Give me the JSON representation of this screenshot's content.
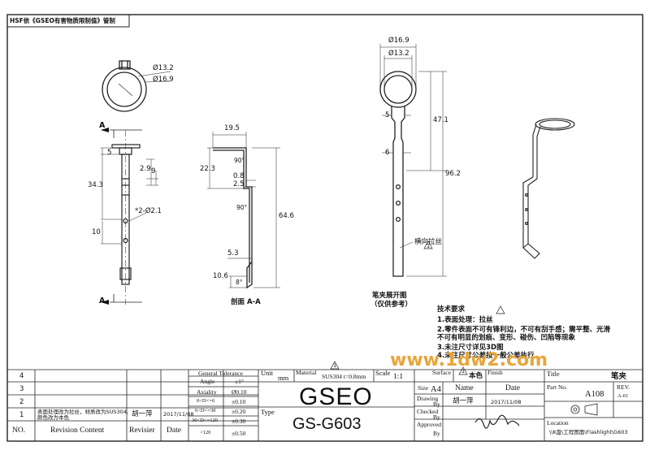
{
  "header_note": "HSF依《GSEO有害物质限制值》管制",
  "top_view": {
    "d_inner": "Ø13.2",
    "d_outer": "Ø16.9"
  },
  "front_view": {
    "section_mark": "A",
    "dims": {
      "d5": "5",
      "d2_9": "2.9",
      "d9": "9",
      "d34_3": "34.3",
      "holes": "*2-Ø2.1",
      "d10": "10"
    }
  },
  "section_view": {
    "title": "剖面 A-A",
    "dims": {
      "d19_5": "19.5",
      "a90_top": "90°",
      "d22_3": "22.3",
      "d0_8": "0.8",
      "d2_5": "2.5",
      "a90_mid": "90°",
      "d64_6": "64.6",
      "d5_3": "5.3",
      "d10_6": "10.6",
      "a8": "8°"
    }
  },
  "flat_pattern": {
    "title_line1": "笔夹展开图",
    "title_line2": "（仅供参考）",
    "dims": {
      "d_outer": "Ø16.9",
      "d_inner": "Ø13.2",
      "d5": "5",
      "d47_1": "47.1",
      "d6": "6",
      "d96_2": "96.2"
    },
    "note": "横向拉丝",
    "flag": "1"
  },
  "tech_requirements": {
    "title": "技术要求",
    "items": [
      "1.表面处理：拉丝",
      "2.零件表面不可有锋利边，不可有刮手感；需平整、光滑",
      "不可有明显的划痕、变形、碰伤、凹陷等现象",
      "3.未注尺寸详见3D图",
      "4.未注尺寸公差按一般公差执行"
    ]
  },
  "watermark": "www.1dw2.com",
  "title_block": {
    "revision_rows": [
      {
        "no": "4",
        "content": "",
        "revisier": "",
        "date": ""
      },
      {
        "no": "3",
        "content": "",
        "revisier": "",
        "date": ""
      },
      {
        "no": "2",
        "content": "",
        "revisier": "",
        "date": ""
      },
      {
        "no": "1",
        "content_line1": "表面处理改为拉丝，材质改为SUS304,",
        "content_line2": "颜色改为本色",
        "revisier": "胡一萍",
        "date": "2017/11/08"
      }
    ],
    "headers": {
      "no": "NO.",
      "content": "Revision Content",
      "revisier": "Revisier",
      "date": "Date"
    },
    "tolerance": {
      "title": "General Tolerance",
      "rows": [
        {
          "label": "Angle",
          "value": "±1°"
        },
        {
          "label": "Axiality",
          "value": "Ø0.10"
        },
        {
          "label": "0<D<=6",
          "value": "±0.10"
        },
        {
          "label": "6<D<=30",
          "value": "±0.20"
        },
        {
          "label": "30<D<=120",
          "value": "±0.30"
        },
        {
          "label": ">120",
          "value": "±0.50"
        }
      ]
    },
    "unit_label": "Unit",
    "unit_value": "mm",
    "material_label": "Material",
    "material_value": "SUS304 t=0.8mm",
    "material_flag": "1",
    "scale_label": "Scale",
    "scale_value": "1:1",
    "surface_label": "Surface",
    "surface_value": "本色",
    "surface_flag": "1",
    "finish_label": "Finish",
    "company": "GSEO",
    "type_label": "Type",
    "part_code": "GS-G603",
    "size_label": "Size",
    "size_value": "A4",
    "name_header": "Name",
    "date_header": "Date",
    "drawing_label": "Drawing",
    "by": "By",
    "drawing_name": "胡一萍",
    "drawing_date": "2017/11/08",
    "checked_label": "Checked",
    "approved_label": "Approved",
    "title_label": "Title",
    "title_value": "笔夹",
    "part_no_label": "Part No.",
    "part_no_value": "A108",
    "rev_label": "REV.",
    "rev_value": "A-01",
    "location_label": "Location",
    "location_value": "\\\\K盘\\工程图面\\Flashlight\\G603"
  }
}
